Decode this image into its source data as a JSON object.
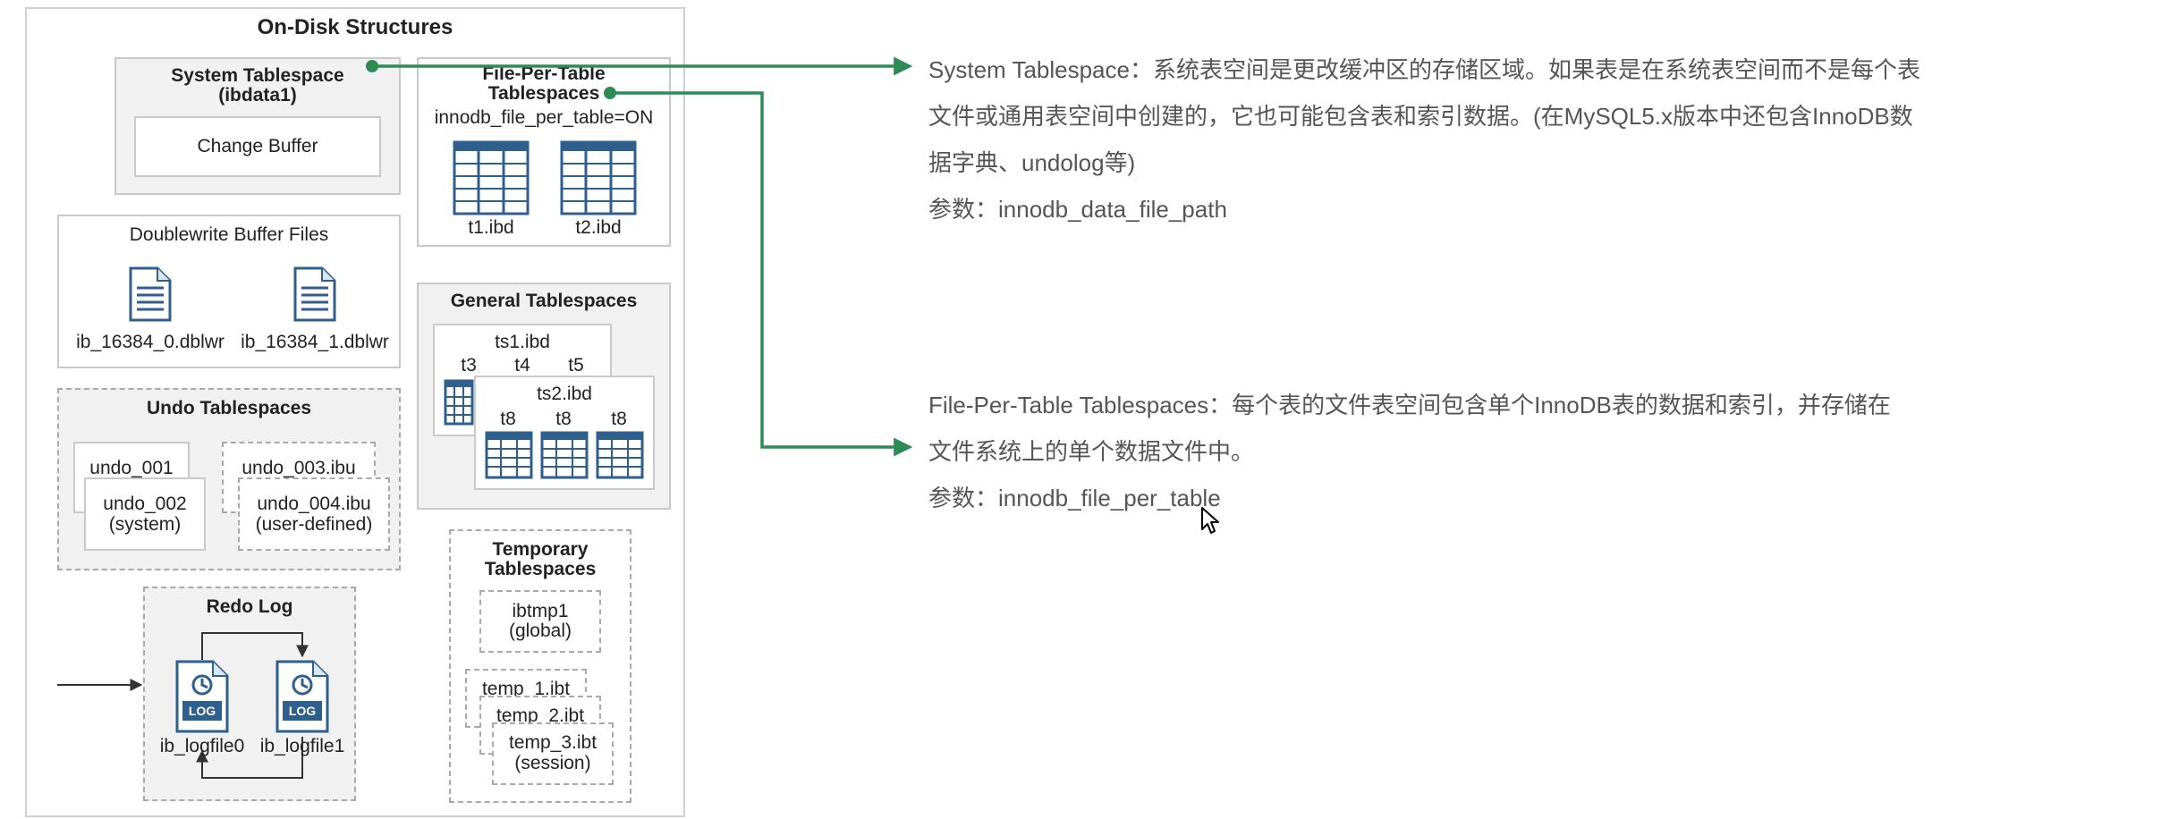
{
  "diagram": {
    "title": "On-Disk Structures",
    "system_tablespace": {
      "title": "System Tablespace",
      "subtitle": "(ibdata1)",
      "change_buffer": "Change Buffer"
    },
    "file_per_table": {
      "title_line1": "File-Per-Table",
      "title_line2": "Tablespaces",
      "param": "innodb_file_per_table=ON",
      "files": [
        "t1.ibd",
        "t2.ibd"
      ]
    },
    "doublewrite": {
      "title": "Doublewrite Buffer Files",
      "files": [
        "ib_16384_0.dblwr",
        "ib_16384_1.dblwr"
      ]
    },
    "general_tablespaces": {
      "title": "General Tablespaces",
      "ts1": "ts1.ibd",
      "ts1_tables": [
        "t3",
        "t4",
        "t5"
      ],
      "ts2": "ts2.ibd",
      "ts2_tables": [
        "t8",
        "t8",
        "t8"
      ]
    },
    "undo_tablespaces": {
      "title": "Undo Tablespaces",
      "undo_001": "undo_001",
      "undo_002": "undo_002",
      "undo_002_note": "(system)",
      "undo_003": "undo_003.ibu",
      "undo_004": "undo_004.ibu",
      "undo_004_note": "(user-defined)"
    },
    "redo_log": {
      "title": "Redo Log",
      "files": [
        "ib_logfile0",
        "ib_logfile1"
      ],
      "icon_text": "LOG"
    },
    "temporary_tablespaces": {
      "title_line1": "Temporary",
      "title_line2": "Tablespaces",
      "ibtmp1": "ibtmp1",
      "ibtmp1_note": "(global)",
      "temp_1": "temp_1.ibt",
      "temp_2": "temp_2.ibt",
      "temp_3": "temp_3.ibt",
      "temp_3_note": "(session)"
    }
  },
  "notes": {
    "system": {
      "line1": "System Tablespace：系统表空间是更改缓冲区的存储区域。如果表是在系统表空间而不是每个表",
      "line2": "文件或通用表空间中创建的，它也可能包含表和索引数据。(在MySQL5.x版本中还包含InnoDB数",
      "line3": "据字典、undolog等)",
      "param": "参数：innodb_data_file_path"
    },
    "file_per_table": {
      "line1": "File-Per-Table Tablespaces：每个表的文件表空间包含单个InnoDB表的数据和索引，并存储在",
      "line2": "文件系统上的单个数据文件中。",
      "param": "参数：innodb_file_per_table"
    }
  },
  "colors": {
    "accent_green": "#2e8b57",
    "icon_blue": "#2f5f8c",
    "border_gray": "#c9c9c9"
  }
}
